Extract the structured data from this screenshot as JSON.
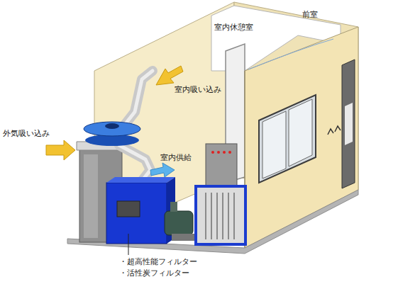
{
  "diagram": {
    "labels": [
      "前室",
      "室内休憩室",
      "室内吸い込み",
      "外気吸い込み",
      "室内供給",
      "・超高性能フィルター",
      "・活性炭フィルター"
    ]
  }
}
